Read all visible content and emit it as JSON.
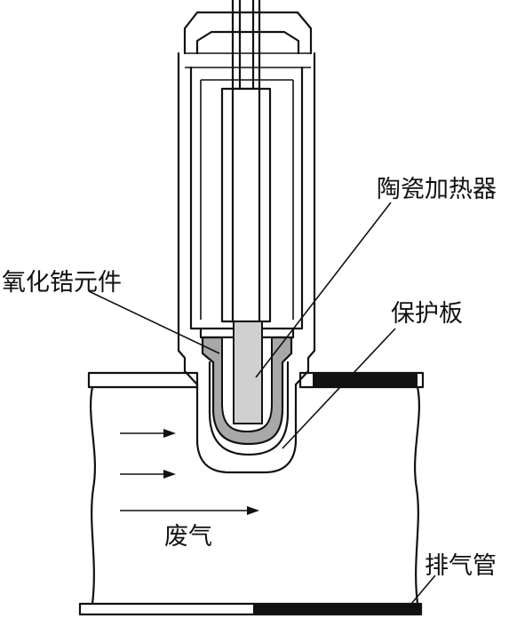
{
  "labels": {
    "ceramic_heater": "陶瓷加热器",
    "zirconia_element": "氧化锆元件",
    "protective_plate": "保护板",
    "exhaust_gas": "废气",
    "exhaust_pipe": "排气管"
  },
  "colors": {
    "line": "#111111",
    "zirconia_fill": "#a8a8a8",
    "heater_fill": "#d0d0d0",
    "pipe_band": "#111111",
    "background": "#ffffff"
  }
}
